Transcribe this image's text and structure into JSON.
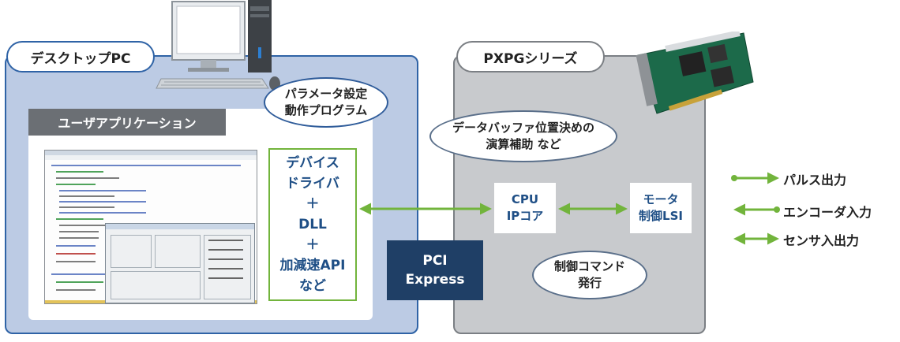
{
  "desktop_pc": {
    "label": "デスクトップPC",
    "user_app": {
      "label": "ユーザアプリケーション"
    },
    "param_oval": {
      "line1": "パラメータ設定",
      "line2": "動作プログラム"
    },
    "driver": {
      "line1": "デバイス",
      "line2": "ドライバ",
      "line3": "＋",
      "line4": "DLL",
      "line5": "＋",
      "line6": "加減速API",
      "line7": "など"
    }
  },
  "pci": {
    "line1": "PCI",
    "line2": "Express"
  },
  "pxpg": {
    "label": "PXPGシリーズ",
    "buffer_oval": {
      "line1": "データバッファ位置決めの",
      "line2": "演算補助 など"
    },
    "cpu": {
      "line1": "CPU",
      "line2": "IPコア"
    },
    "lsi": {
      "line1": "モータ",
      "line2": "制御LSI"
    },
    "control_oval": {
      "line1": "制御コマンド",
      "line2": "発行"
    }
  },
  "io": {
    "pulse": "パルス出力",
    "encoder": "エンコーダ入力",
    "sensor": "センサ入出力"
  },
  "colors": {
    "arrow_green": "#72b43c",
    "pc_blue": "#2f63a6",
    "pci_navy": "#1f3f66"
  }
}
